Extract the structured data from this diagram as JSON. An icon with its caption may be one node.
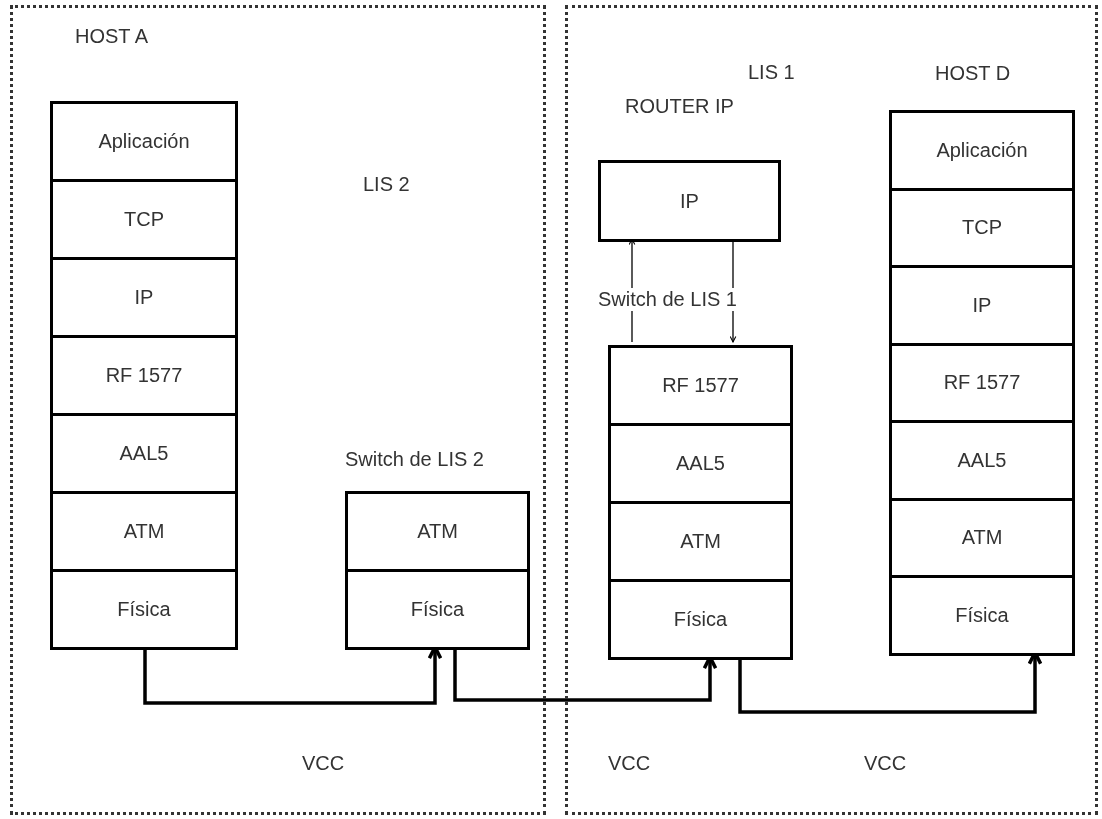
{
  "diagram": {
    "nodes": [
      {
        "text": [
          "LIS 2"
        ]
      },
      {
        "text": [
          "Aplicación"
        ],
        "in": 0
      },
      {
        "text": [
          "TCP"
        ],
        "in": 0
      },
      {
        "text": [
          "IP"
        ],
        "in": 0
      },
      {
        "text": [
          "RF 1577"
        ],
        "in": 0
      },
      {
        "text": [
          "AAL5"
        ],
        "in": 0
      },
      {
        "text": [
          "ATM"
        ],
        "in": 0
      },
      {
        "text": [
          "Física"
        ],
        "in": 0
      },
      {
        "text": [
          "ATM"
        ],
        "in": 0
      },
      {
        "text": [
          "Física"
        ],
        "in": 0
      },
      {
        "text": [
          "LIS 1"
        ]
      },
      {
        "text": [
          "IP"
        ],
        "in": 10
      },
      {
        "text": [
          "RF 1577"
        ],
        "in": 10
      },
      {
        "text": [
          "AAL5"
        ],
        "in": 10
      },
      {
        "text": [
          "ATM"
        ],
        "in": 10
      },
      {
        "text": [
          "Física"
        ],
        "in": 10
      },
      {
        "text": [
          "Aplicación"
        ],
        "in": 10
      },
      {
        "text": [
          "TCP"
        ],
        "in": 10
      },
      {
        "text": [
          "IP"
        ],
        "in": 10
      },
      {
        "text": [
          "RF 1577"
        ],
        "in": 10
      },
      {
        "text": [
          "AAL5"
        ],
        "in": 10
      },
      {
        "text": [
          "ATM"
        ],
        "in": 10
      },
      {
        "text": [
          "Física"
        ],
        "in": 10
      }
    ],
    "edges": [
      {
        "from": 7,
        "to": 9,
        "arrow": "to",
        "label": "VCC"
      },
      {
        "from": 9,
        "to": 15,
        "arrow": "to",
        "label": "VCC"
      },
      {
        "from": 15,
        "to": 22,
        "arrow": "to",
        "label": "VCC"
      },
      {
        "from": 12,
        "to": 11,
        "arrow": "to"
      },
      {
        "from": 11,
        "to": 12,
        "arrow": "to"
      }
    ],
    "labels": [
      "HOST A",
      "HOST D",
      "ROUTER IP",
      "Switch de LIS 1",
      "Switch de LIS 2"
    ]
  }
}
